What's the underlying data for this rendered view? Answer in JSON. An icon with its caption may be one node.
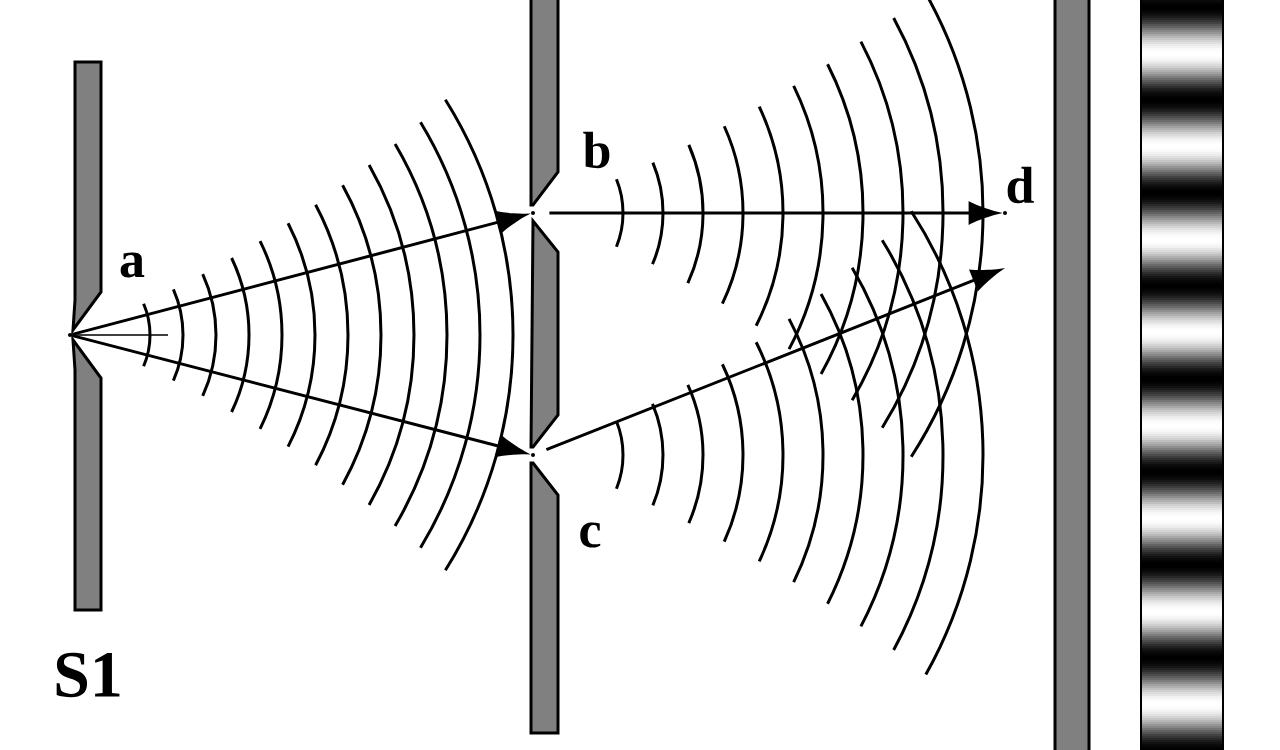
{
  "diagram": {
    "nodes": [
      {
        "text": [],
        "shape": "point",
        "beside": [
          "a"
        ]
      },
      {
        "text": [],
        "shape": "point",
        "beside": [
          "b"
        ]
      },
      {
        "text": [],
        "shape": "point",
        "beside": [
          "c"
        ]
      },
      {
        "text": [],
        "shape": "point",
        "beside": [
          "d"
        ]
      }
    ],
    "edges": [
      {
        "from": 0,
        "to": 1,
        "arrow": "to"
      },
      {
        "from": 0,
        "to": 2,
        "arrow": "to"
      },
      {
        "from": 1,
        "to": 3,
        "arrow": "to"
      },
      {
        "from": 2,
        "to": null,
        "arrow": "to"
      }
    ],
    "labels": [
      "S1"
    ]
  }
}
